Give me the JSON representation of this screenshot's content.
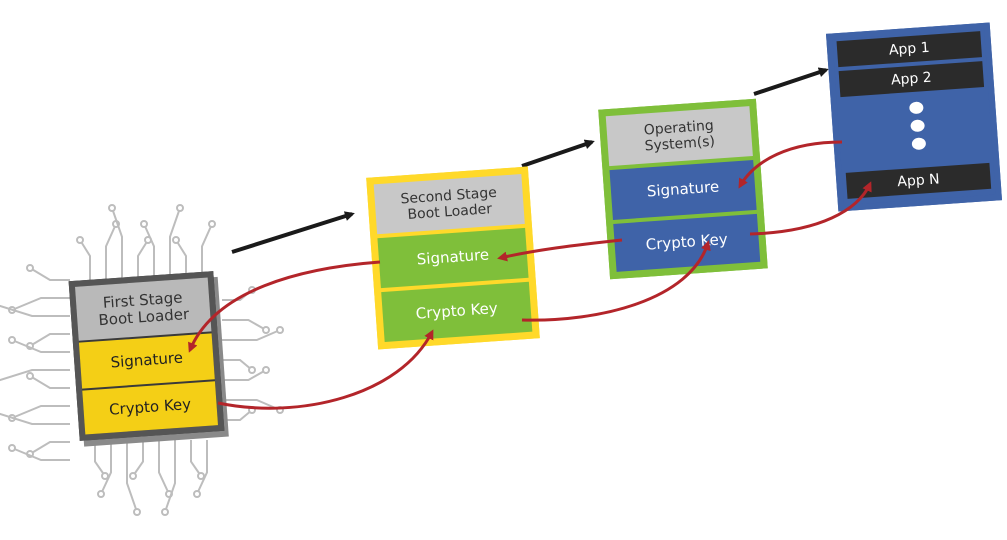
{
  "stages": {
    "first": {
      "title_line1": "First Stage",
      "title_line2": "Boot Loader",
      "signature": "Signature",
      "crypto_key": "Crypto Key",
      "color": "#f4cf16"
    },
    "second": {
      "title_line1": "Second Stage",
      "title_line2": "Boot Loader",
      "signature": "Signature",
      "crypto_key": "Crypto Key",
      "color": "#7fbf3a",
      "border": "#ffd92a"
    },
    "os": {
      "title_line1": "Operating",
      "title_line2": "System(s)",
      "signature": "Signature",
      "crypto_key": "Crypto Key",
      "color": "#3f63a8",
      "border": "#7fbf3a"
    },
    "apps": {
      "app1": "App 1",
      "app2": "App 2",
      "appn": "App N",
      "color": "#3f63a8"
    }
  },
  "colors": {
    "verify_arrow": "#b3252a",
    "flow_arrow": "#1a1a1a",
    "circuit": "#bdbdbd"
  }
}
